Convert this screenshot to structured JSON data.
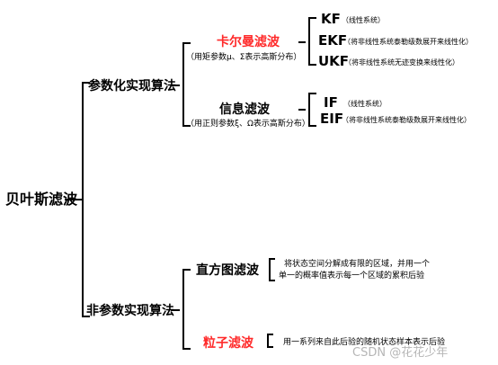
{
  "root": {
    "label": "贝叶斯滤波"
  },
  "param_branch": {
    "label": "参数化实现算法",
    "kalman": {
      "label": "卡尔曼滤波",
      "note": "（用矩参数μ、Σ表示高斯分布）",
      "items": [
        {
          "name": "KF",
          "desc": "（线性系统）"
        },
        {
          "name": "EKF",
          "desc": "（将非线性系统泰勒级数展开来线性化）"
        },
        {
          "name": "UKF",
          "desc": "（将非线性系统无迹变换来线性化）"
        }
      ]
    },
    "info": {
      "label": "信息滤波",
      "note": "（用正则参数ξ、Ω表示高斯分布）",
      "items": [
        {
          "name": "IF",
          "desc": "（线性系统）"
        },
        {
          "name": "EIF",
          "desc": "（将非线性系统泰勒级数展开来线性化）"
        }
      ]
    }
  },
  "nonparam_branch": {
    "label": "非参数实现算法",
    "histogram": {
      "label": "直方图滤波",
      "desc_line1": "将状态空间分解成有限的区域，并用一个",
      "desc_line2": "单一的概率值表示每一个区域的累积后验"
    },
    "particle": {
      "label": "粒子滤波",
      "desc": "用一系列来自此后验的随机状态样本表示后验"
    }
  },
  "watermark": "CSDN @花花少年",
  "colors": {
    "highlight": "#ff2a2a",
    "text": "#000000",
    "line": "#000000"
  }
}
